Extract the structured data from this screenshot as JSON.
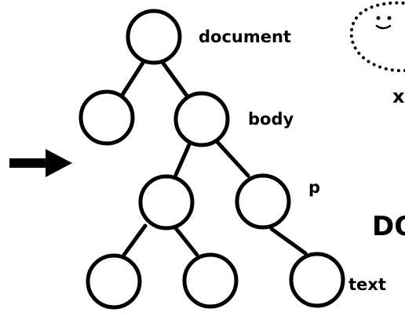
{
  "diagram": {
    "labels": {
      "document": "document",
      "body": "body",
      "p": "p",
      "text": "text",
      "partial_heading": "DO",
      "partial_mark": "x"
    },
    "icons": {
      "arrow": "right-arrow-icon",
      "face": "smiley-face-icon"
    },
    "colors": {
      "stroke": "#000000",
      "background": "#ffffff"
    }
  }
}
